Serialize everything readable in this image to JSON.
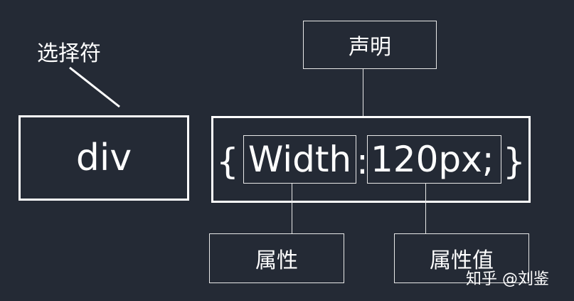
{
  "selector_label": "选择符",
  "selector_value": "div",
  "declaration_label": "声明",
  "declaration": {
    "open_brace": "{",
    "property": "Width",
    "colon": ":",
    "value": "120px;",
    "close_brace": "}"
  },
  "property_label": "属性",
  "value_label": "属性值",
  "watermark": "知乎 @刘鉴"
}
